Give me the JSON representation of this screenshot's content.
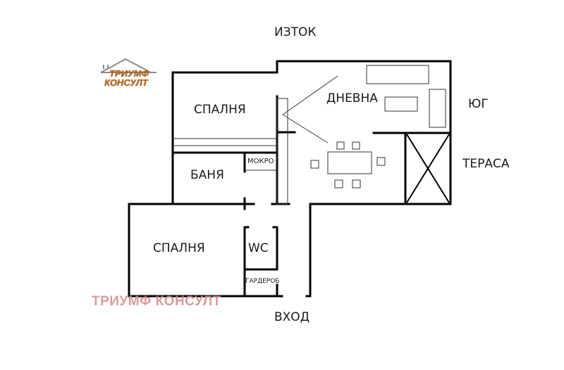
{
  "directions": {
    "east": "ИЗТОК",
    "south": "ЮГ",
    "entrance": "ВХОД"
  },
  "rooms": {
    "bedroom_top": "СПАЛНЯ",
    "living_room": "ДНЕВНА",
    "bathroom": "БАНЯ",
    "wet_area": "МОКРО",
    "terrace": "ТЕРАСА",
    "bedroom_bottom": "СПАЛНЯ",
    "wc": "WC",
    "wardrobe": "ГАРДЕРОБ"
  },
  "logo": {
    "line1": "ТРИУМФ",
    "line2": "КОНСУЛТ"
  },
  "watermark": "ТРИУМФ КОНСУЛТ",
  "colors": {
    "wall": "#000000",
    "furniture": "#555555",
    "watermark": "#d68a8a",
    "logo": "#b5651d"
  }
}
